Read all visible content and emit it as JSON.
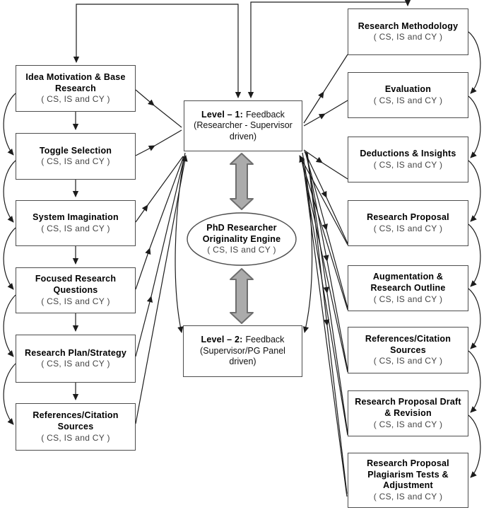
{
  "left_column": [
    {
      "title": "Idea Motivation & Base Research",
      "subtitle": "( CS, IS and CY )"
    },
    {
      "title": "Toggle Selection",
      "subtitle": "( CS, IS and CY )"
    },
    {
      "title": "System Imagination",
      "subtitle": "( CS, IS and CY )"
    },
    {
      "title": "Focused Research Questions",
      "subtitle": "( CS, IS and CY )"
    },
    {
      "title": "Research Plan/Strategy",
      "subtitle": "( CS, IS and CY )"
    },
    {
      "title": "References/Citation Sources",
      "subtitle": "( CS, IS and CY )"
    }
  ],
  "right_column": [
    {
      "title": "Research Methodology",
      "subtitle": "( CS, IS and CY )"
    },
    {
      "title": "Evaluation",
      "subtitle": "( CS, IS and CY )"
    },
    {
      "title": "Deductions & Insights",
      "subtitle": "( CS, IS and CY )"
    },
    {
      "title": "Research Proposal",
      "subtitle": "( CS, IS and CY )"
    },
    {
      "title": "Augmentation & Research Outline",
      "subtitle": "( CS, IS and CY )"
    },
    {
      "title": "References/Citation Sources",
      "subtitle": "( CS, IS and CY )"
    },
    {
      "title": "Research Proposal Draft & Revision",
      "subtitle": "( CS, IS and CY )"
    },
    {
      "title": "Research Proposal Plagiarism Tests & Adjustment",
      "subtitle": "( CS, IS and CY )"
    }
  ],
  "center": {
    "level1": {
      "prefix": "Level – 1:",
      "title": "Feedback",
      "detail": "(Researcher - Supervisor driven)"
    },
    "level2": {
      "prefix": "Level – 2:",
      "title": "Feedback",
      "detail": "(Supervisor/PG Panel driven)"
    },
    "engine": {
      "line1": "PhD Researcher",
      "line2": "Originality Engine",
      "subtitle": "( CS, IS and CY )"
    }
  },
  "colors": {
    "box_border": "#4d4d4d",
    "connector": "#1c1c1c",
    "subtitle_text": "#454545",
    "thick_arrow_fill": "#ababab",
    "thick_arrow_stroke": "#6e6e6e"
  }
}
